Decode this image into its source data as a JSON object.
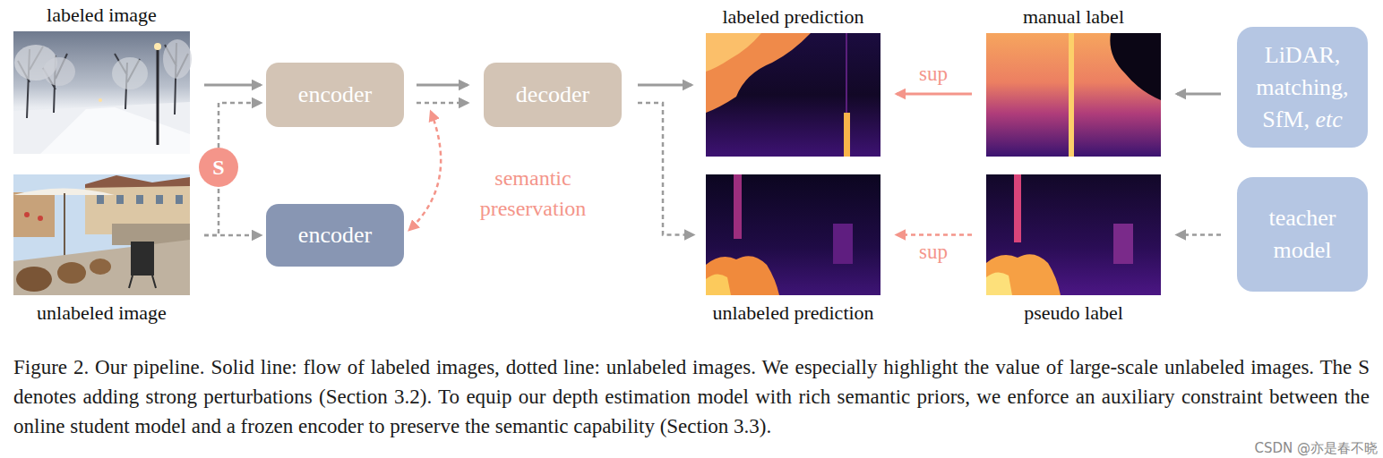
{
  "diagram": {
    "caption": "Figure 2. Our pipeline. Solid line: flow of labeled images, dotted line: unlabeled images. We especially highlight the value of large-scale unlabeled images. The S denotes adding strong perturbations (Section 3.2). To equip our depth estimation model with rich semantic priors, we enforce an auxiliary constraint between the online student model and a frozen encoder to preserve the semantic capability (Section 3.3).",
    "nodes": [
      {
        "text": [
          "labeled image"
        ]
      },
      {
        "text": [
          "unlabeled image"
        ]
      },
      {
        "text": [
          "S"
        ]
      },
      {
        "text": [
          "encoder"
        ]
      },
      {
        "text": [
          "decoder"
        ]
      },
      {
        "text": [
          "encoder"
        ]
      },
      {
        "text": [
          "labeled prediction"
        ]
      },
      {
        "text": [
          "unlabeled prediction"
        ]
      },
      {
        "text": [
          "manual label"
        ]
      },
      {
        "text": [
          "pseudo label"
        ]
      },
      {
        "text": [
          "LiDAR, matching, SfM, etc"
        ]
      },
      {
        "text": [
          "teacher model"
        ]
      }
    ],
    "edges": [
      {
        "from": 0,
        "to": 3,
        "arrow": "to"
      },
      {
        "from": 1,
        "to": 2,
        "arrow": "none"
      },
      {
        "from": 2,
        "to": 3,
        "arrow": "to"
      },
      {
        "from": 1,
        "to": 5,
        "arrow": "to"
      },
      {
        "from": 3,
        "to": 4,
        "arrow": "to"
      },
      {
        "from": 3,
        "to": 4,
        "arrow": "to"
      },
      {
        "from": 3,
        "to": 5,
        "arrow": "both",
        "label": "semantic preservation"
      },
      {
        "from": 4,
        "to": 6,
        "arrow": "to"
      },
      {
        "from": 4,
        "to": 7,
        "arrow": "to"
      },
      {
        "from": 8,
        "to": 6,
        "arrow": "to",
        "label": "sup"
      },
      {
        "from": 10,
        "to": 8,
        "arrow": "to"
      },
      {
        "from": 9,
        "to": 7,
        "arrow": "to",
        "label": "sup"
      },
      {
        "from": 11,
        "to": 9,
        "arrow": "to"
      }
    ],
    "labels": [
      "CSDN @亦是春不晓"
    ]
  }
}
